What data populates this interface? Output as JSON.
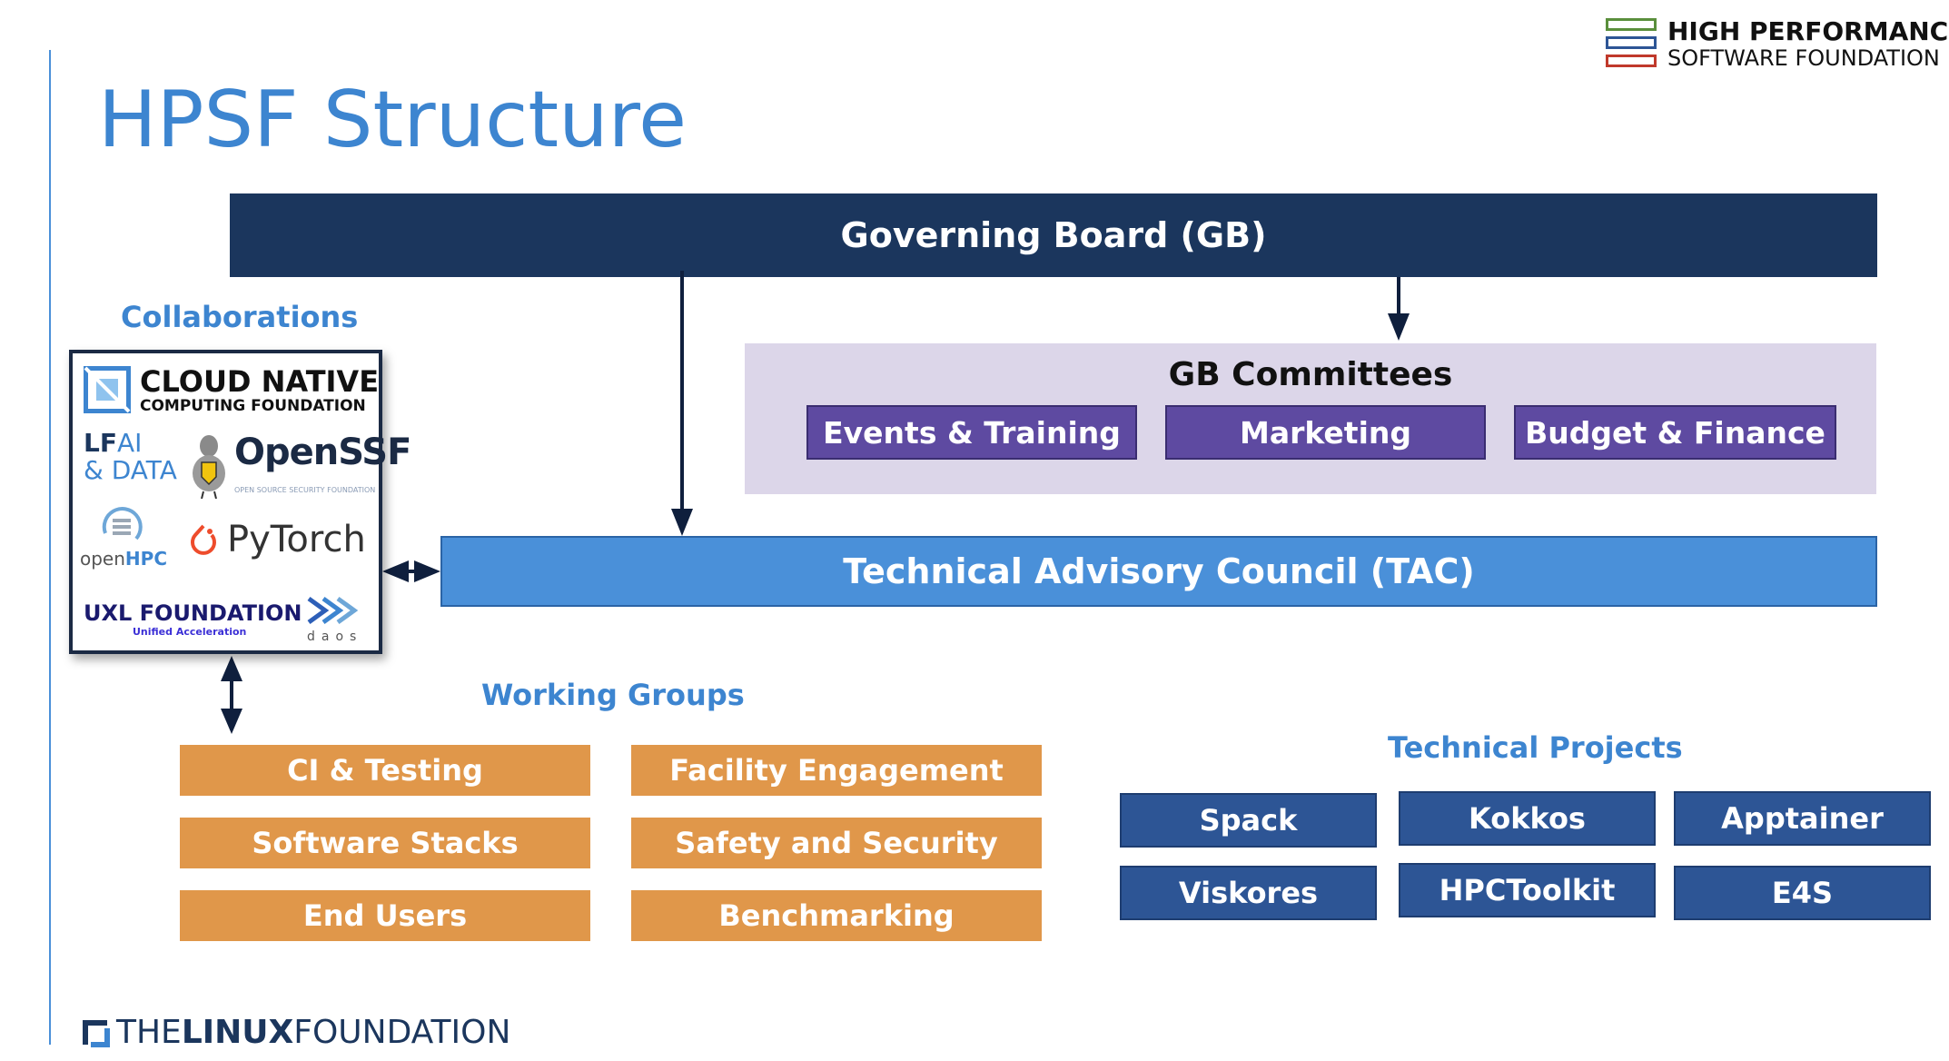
{
  "title": "HPSF Structure",
  "hpsf_logo": {
    "line1": "HIGH PERFORMANCE",
    "line2": "SOFTWARE FOUNDATION",
    "bar_colors": [
      "#5a8f3c",
      "#2d5595",
      "#c0392b"
    ]
  },
  "governing_board": "Governing Board (GB)",
  "gb_committees": {
    "title": "GB Committees",
    "items": [
      "Events & Training",
      "Marketing",
      "Budget & Finance"
    ]
  },
  "tac": "Technical Advisory Council (TAC)",
  "collaborations": {
    "title": "Collaborations",
    "cncf": {
      "line1": "CLOUD NATIVE",
      "line2": "COMPUTING FOUNDATION"
    },
    "lfai": {
      "line1_a": "LF",
      "line1_b": "AI",
      "line2": "& DATA"
    },
    "openssf": {
      "name": "OpenSSF",
      "tagline": "OPEN SOURCE SECURITY FOUNDATION"
    },
    "openhpc": {
      "a": "open",
      "b": "HPC"
    },
    "pytorch": "PyTorch",
    "uxl": {
      "line1": "UXL FOUNDATION",
      "line2": "Unified Acceleration"
    },
    "daos": "daos"
  },
  "working_groups": {
    "title": "Working Groups",
    "items": [
      "CI & Testing",
      "Facility Engagement",
      "Software Stacks",
      "Safety and Security",
      "End Users",
      "Benchmarking"
    ]
  },
  "technical_projects": {
    "title": "Technical Projects",
    "items": [
      "Spack",
      "Kokkos",
      "Apptainer",
      "Viskores",
      "HPCToolkit",
      "E4S"
    ]
  },
  "footer_logo": {
    "a": "THE",
    "b": "LINUX",
    "c": "FOUNDATION"
  },
  "colors": {
    "governing_board": "#1b365d",
    "committees_bg": "#dcd6e9",
    "committee_box": "#5e4aa1",
    "tac": "#4a90d9",
    "working_group": "#e0974a",
    "project": "#2d5595",
    "heading_blue": "#3d85d0"
  }
}
